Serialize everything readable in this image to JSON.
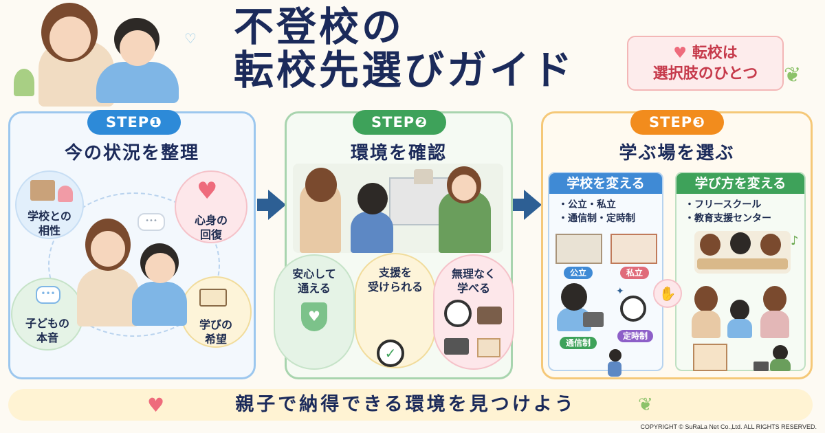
{
  "header": {
    "title_line1": "不登校の",
    "title_line2": "転校先選びガイド",
    "tag_line1": "転校は",
    "tag_line2": "選択肢のひとつ"
  },
  "steps": [
    {
      "badge": "STEP❶",
      "title": "今の状況を整理",
      "items": [
        {
          "line1": "学校との",
          "line2": "相性"
        },
        {
          "line1": "心身の",
          "line2": "回復"
        },
        {
          "line1": "子どもの",
          "line2": "本音"
        },
        {
          "line1": "学びの",
          "line2": "希望"
        }
      ]
    },
    {
      "badge": "STEP❷",
      "title": "環境を確認",
      "items": [
        {
          "line1": "安心して",
          "line2": "通える"
        },
        {
          "line1": "支援を",
          "line2": "受けられる"
        },
        {
          "line1": "無理なく",
          "line2": "学べる"
        }
      ]
    },
    {
      "badge": "STEP❸",
      "title": "学ぶ場を選ぶ",
      "left": {
        "heading": "学校を変える",
        "bullets": [
          "・公立・私立",
          "・通信制・定時制"
        ],
        "labels": [
          "公立",
          "私立",
          "通信制",
          "定時制"
        ]
      },
      "right": {
        "heading": "学び方を変える",
        "bullets": [
          "・フリースクール",
          "・教育支援センター"
        ]
      }
    }
  ],
  "footer": {
    "message": "親子で納得できる環境を見つけよう",
    "copyright": "COPYRIGHT © SuRaLa Net Co.,Ltd. ALL RIGHTS RESERVED."
  },
  "colors": {
    "navy": "#1b2a5a",
    "step1": "#2d8ad8",
    "step2": "#3ea25a",
    "step3": "#f28c1d",
    "heart": "#ee6b7c"
  }
}
